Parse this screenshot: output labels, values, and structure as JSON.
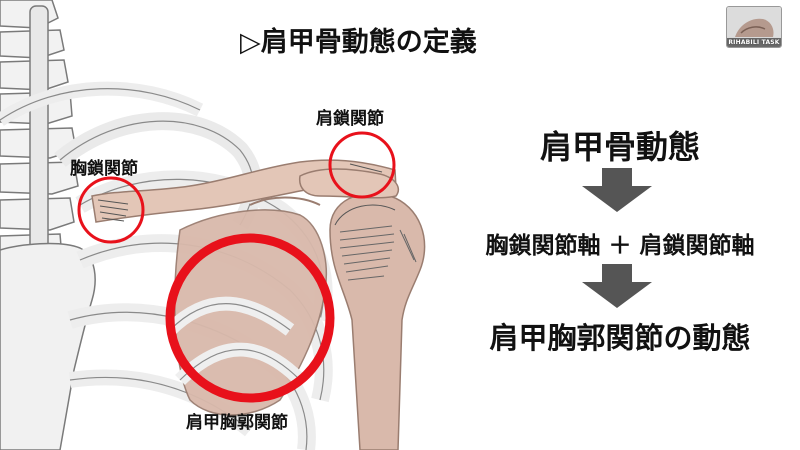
{
  "title": "▷肩甲骨動態の定義",
  "labels": {
    "sternoclavicular": "胸鎖関節",
    "acromioclavicular": "肩鎖関節",
    "scapulothoracic": "肩甲胸郭関節"
  },
  "flow": {
    "top": "肩甲骨動態",
    "middle": "胸鎖関節軸 ＋ 肩鎖関節軸",
    "bottom": "肩甲胸郭関節の動態"
  },
  "logo": {
    "text": "RIHABILI TASK"
  },
  "colors": {
    "highlight_circle": "#e8111b",
    "arrow": "#555555",
    "bone_fill": "#f2f2f2",
    "bone_outline": "#777777",
    "scapula": "#d9b9ab",
    "clavicle": "#e3c6b7",
    "cartilage": "#c9c9c9"
  }
}
